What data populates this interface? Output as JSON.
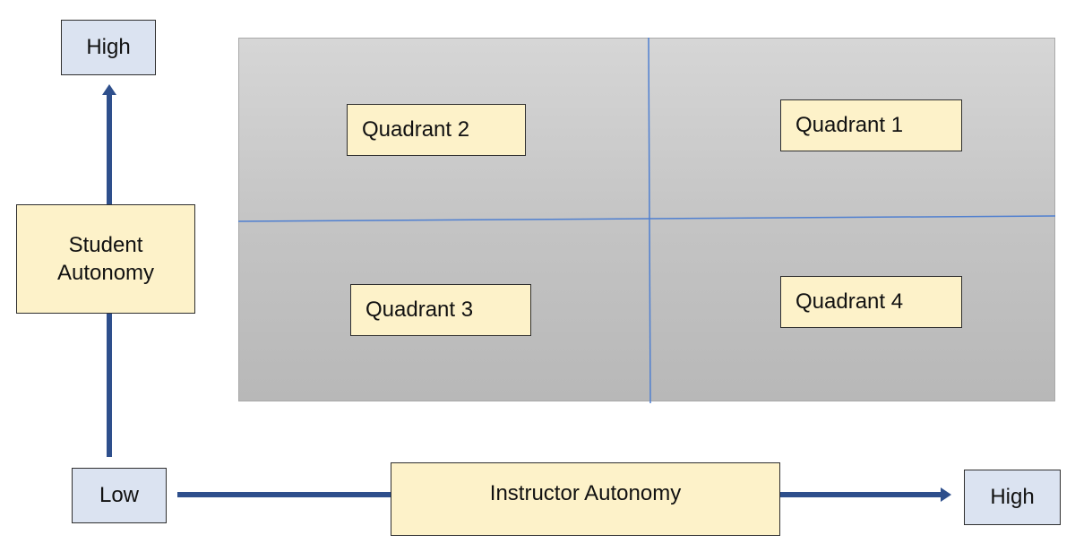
{
  "y_axis": {
    "title": "Student Autonomy",
    "high_label": "High",
    "low_label": "Low"
  },
  "x_axis": {
    "title": "Instructor Autonomy",
    "high_label": "High"
  },
  "quadrants": {
    "q1": "Quadrant 1",
    "q2": "Quadrant 2",
    "q3": "Quadrant 3",
    "q4": "Quadrant 4"
  },
  "colors": {
    "axis_arrow": "#2e4f8c",
    "divider_line": "#4f7fd0",
    "label_box_fill": "#fdf2c9",
    "endpoint_box_fill": "#dbe3f1",
    "panel_fill": "#c8c8c8"
  }
}
